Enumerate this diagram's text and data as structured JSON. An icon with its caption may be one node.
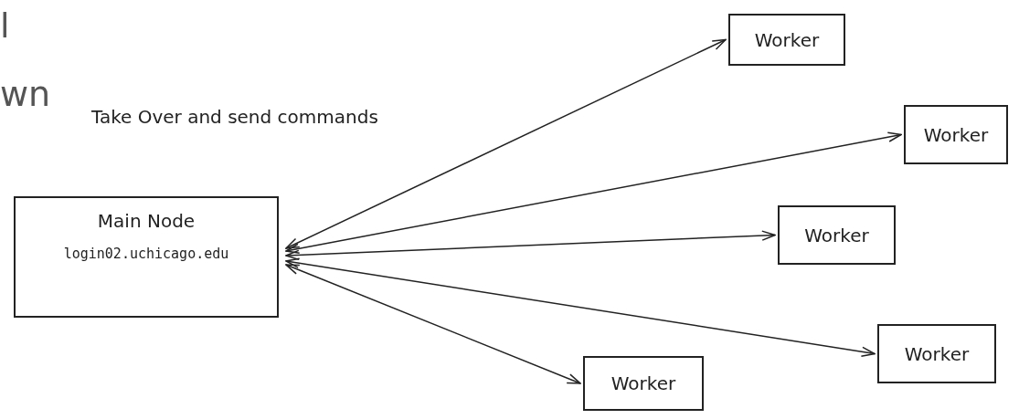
{
  "diagram": {
    "nodes": [
      {
        "text": [
          "Main Node",
          "login02.uchicago.edu"
        ]
      },
      {
        "text": [
          "Worker"
        ]
      },
      {
        "text": [
          "Worker"
        ]
      },
      {
        "text": [
          "Worker"
        ]
      },
      {
        "text": [
          "Worker"
        ]
      },
      {
        "text": [
          "Worker"
        ]
      }
    ],
    "edges": [
      {
        "from": 0,
        "to": 1,
        "arrow": "both"
      },
      {
        "from": 0,
        "to": 2,
        "arrow": "both"
      },
      {
        "from": 0,
        "to": 3,
        "arrow": "both"
      },
      {
        "from": 0,
        "to": 4,
        "arrow": "both"
      },
      {
        "from": 0,
        "to": 5,
        "arrow": "both"
      }
    ],
    "labels": [
      "l",
      "wn",
      "Take Over and send commands"
    ]
  }
}
